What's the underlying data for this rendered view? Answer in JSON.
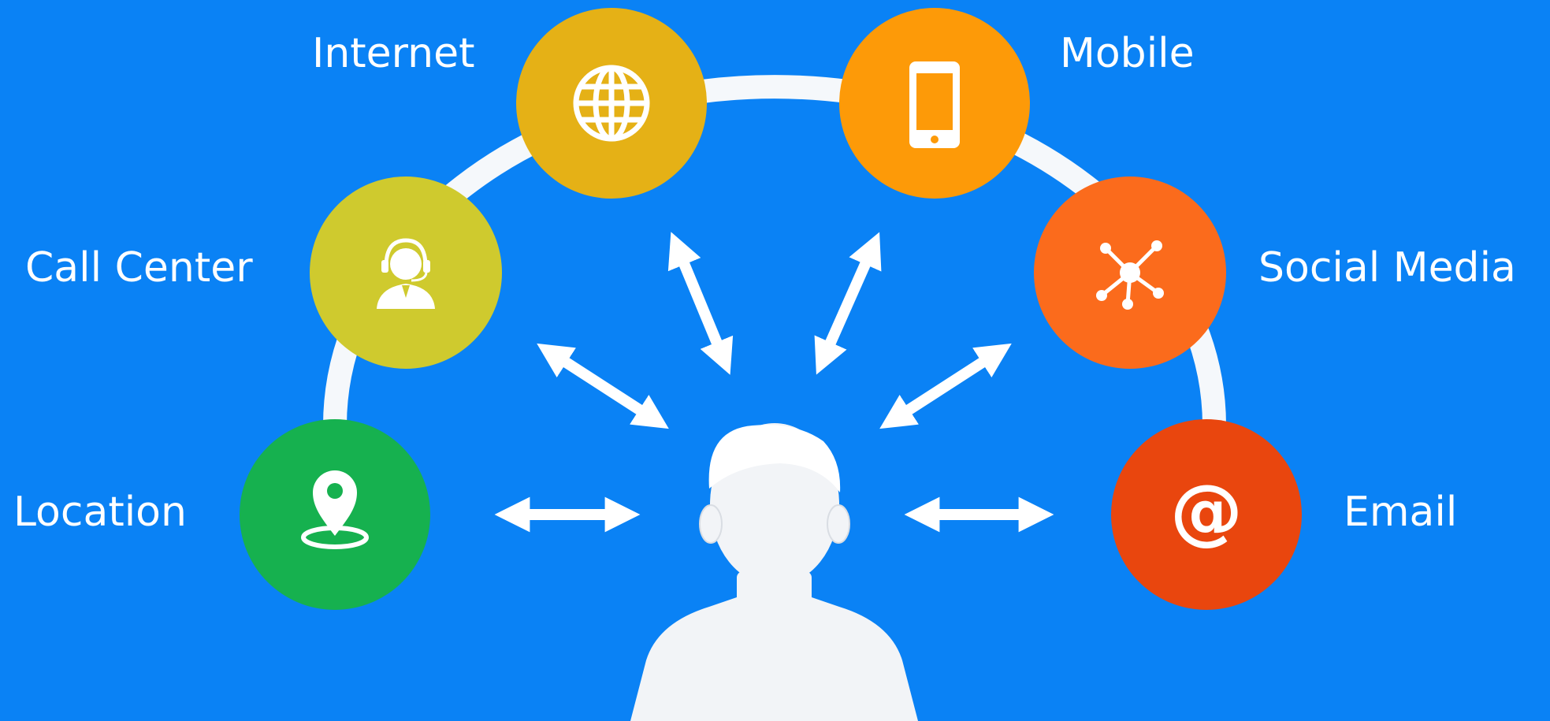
{
  "channels": {
    "internet": {
      "label": "Internet",
      "icon": "globe-icon",
      "color": "#e5b116"
    },
    "mobile": {
      "label": "Mobile",
      "icon": "smartphone-icon",
      "color": "#fd9a08"
    },
    "call_center": {
      "label": "Call Center",
      "icon": "headset-agent-icon",
      "color": "#cfca2e"
    },
    "social_media": {
      "label": "Social Media",
      "icon": "network-nodes-icon",
      "color": "#fb6b1c"
    },
    "location": {
      "label": "Location",
      "icon": "map-pin-icon",
      "color": "#16b14f"
    },
    "email": {
      "label": "Email",
      "icon": "at-sign-icon",
      "color": "#e9460e"
    }
  },
  "center": {
    "icon": "person-icon"
  },
  "colors": {
    "background": "#0a82f5",
    "arc": "#f5f8fb",
    "arrows": "#ffffff"
  }
}
